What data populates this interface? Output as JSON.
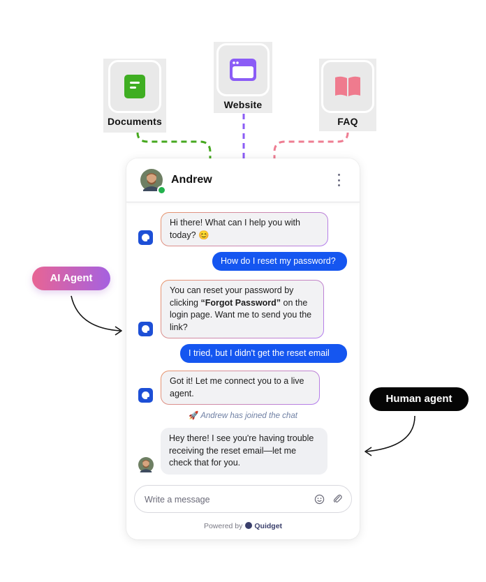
{
  "sources": {
    "documents": {
      "label": "Documents",
      "icon": "document-icon",
      "color": "#3fae22"
    },
    "website": {
      "label": "Website",
      "icon": "browser-window-icon",
      "color": "#8b5cf6"
    },
    "faq": {
      "label": "FAQ",
      "icon": "open-book-icon",
      "color": "#ef7b8e"
    }
  },
  "chat": {
    "agent_name": "Andrew",
    "messages": {
      "bot_greeting": "Hi there! What can I help you with today? 😊",
      "user_reset": "How do I reset my password?",
      "bot_reset_before": "You can reset your password by clicking ",
      "bot_reset_bold": "“Forgot Password”",
      "bot_reset_after": " on the login page. Want me to send you the link?",
      "user_no_email": "I tried, but I didn't get the reset email",
      "bot_connect": "Got it! Let me connect you to a live agent.",
      "system_joined": "Andrew has joined the chat",
      "human_reply": "Hey there! I see you're having trouble receiving the reset email—let me check that for you."
    },
    "input_placeholder": "Write a message",
    "powered_by": "Powered by",
    "brand": "Quidget"
  },
  "labels": {
    "ai_agent": "AI Agent",
    "human_agent": "Human agent"
  },
  "colors": {
    "user_bubble": "#1556f0",
    "bot_icon": "#1d4fd6",
    "online": "#22b14c"
  }
}
